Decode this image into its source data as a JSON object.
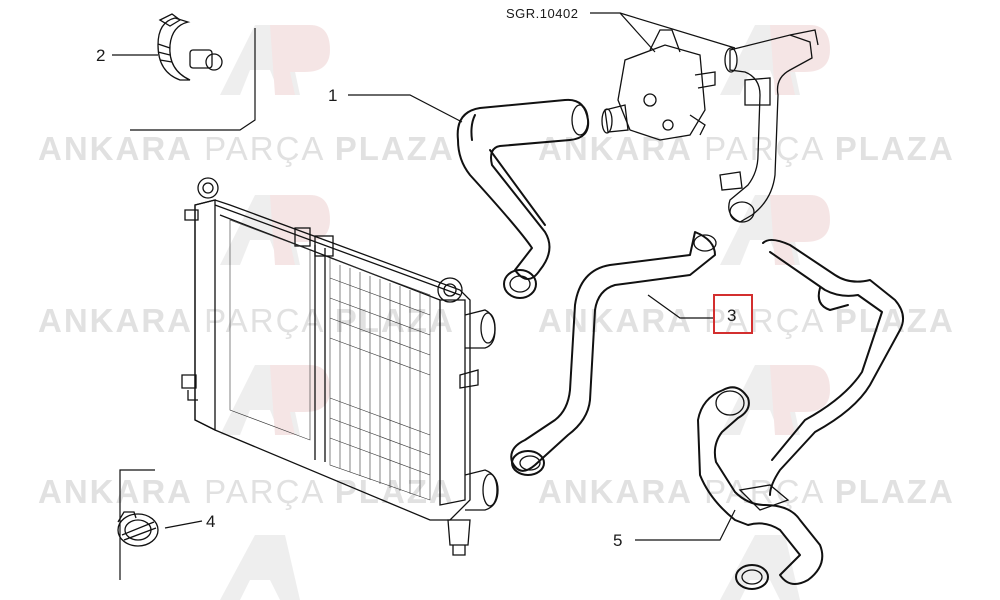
{
  "diagram": {
    "reference_label": "SGR.10402",
    "callouts": [
      {
        "id": "1",
        "label": "1"
      },
      {
        "id": "2",
        "label": "2"
      },
      {
        "id": "3",
        "label": "3",
        "highlighted": true,
        "highlight_color": "#d32f2f"
      },
      {
        "id": "4",
        "label": "4"
      },
      {
        "id": "5",
        "label": "5"
      }
    ],
    "watermark": {
      "word1": "ANKARA",
      "word2": "PARÇA",
      "word3": "PLAZA",
      "logo_text": "AP",
      "color": "#c9c9c9"
    }
  }
}
